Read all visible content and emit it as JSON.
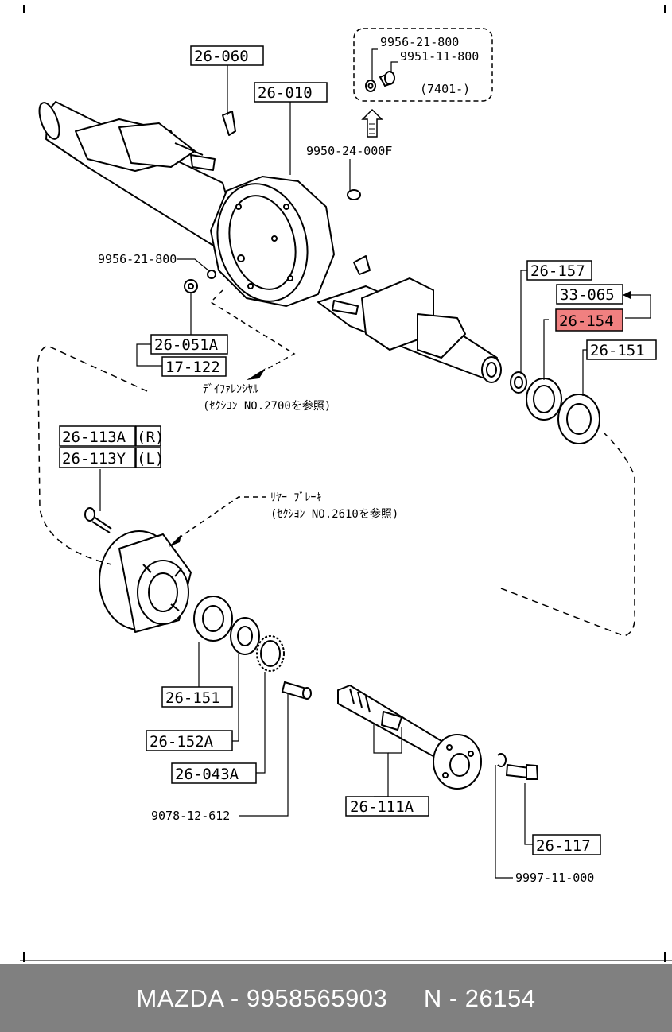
{
  "labels": {
    "l_26_060": "26-060",
    "l_26_010": "26-010",
    "l_26_157": "26-157",
    "l_33_065": "33-065",
    "l_26_154": "26-154",
    "l_26_151_top": "26-151",
    "l_26_051a": "26-051A",
    "l_17_122": "17-122",
    "l_26_113a": "26-113A",
    "l_26_113y": "26-113Y",
    "l_26_151_bot": "26-151",
    "l_26_152a": "26-152A",
    "l_26_043a": "26-043A",
    "l_26_111a": "26-111A",
    "l_26_117": "26-117"
  },
  "suffix": {
    "r": "(R)",
    "l": "(L)"
  },
  "parts": {
    "p_9956_21_800_top": "9956-21-800",
    "p_9951_11_800": "9951-11-800",
    "p_7401": "(7401-)",
    "p_9950_24_000f": "9950-24-000F",
    "p_9956_21_800_left": "9956-21-800",
    "p_9078_12_612": "9078-12-612",
    "p_9997_11_000": "9997-11-000"
  },
  "notes": {
    "diff_title": "ﾃﾞｲﾌｧﾚﾝｼﾔﾙ",
    "diff_ref": "(ｾｸｼﾖﾝ NO.2700を参照)",
    "brake_title": "ﾘﾔｰ ﾌﾞﾚｰｷ",
    "brake_ref": "(ｾｸｼﾖﾝ NO.2610を参照)"
  },
  "highlight_color": "#f08080",
  "footer": {
    "text": "MAZDA - 9958565903     N - 26154"
  }
}
